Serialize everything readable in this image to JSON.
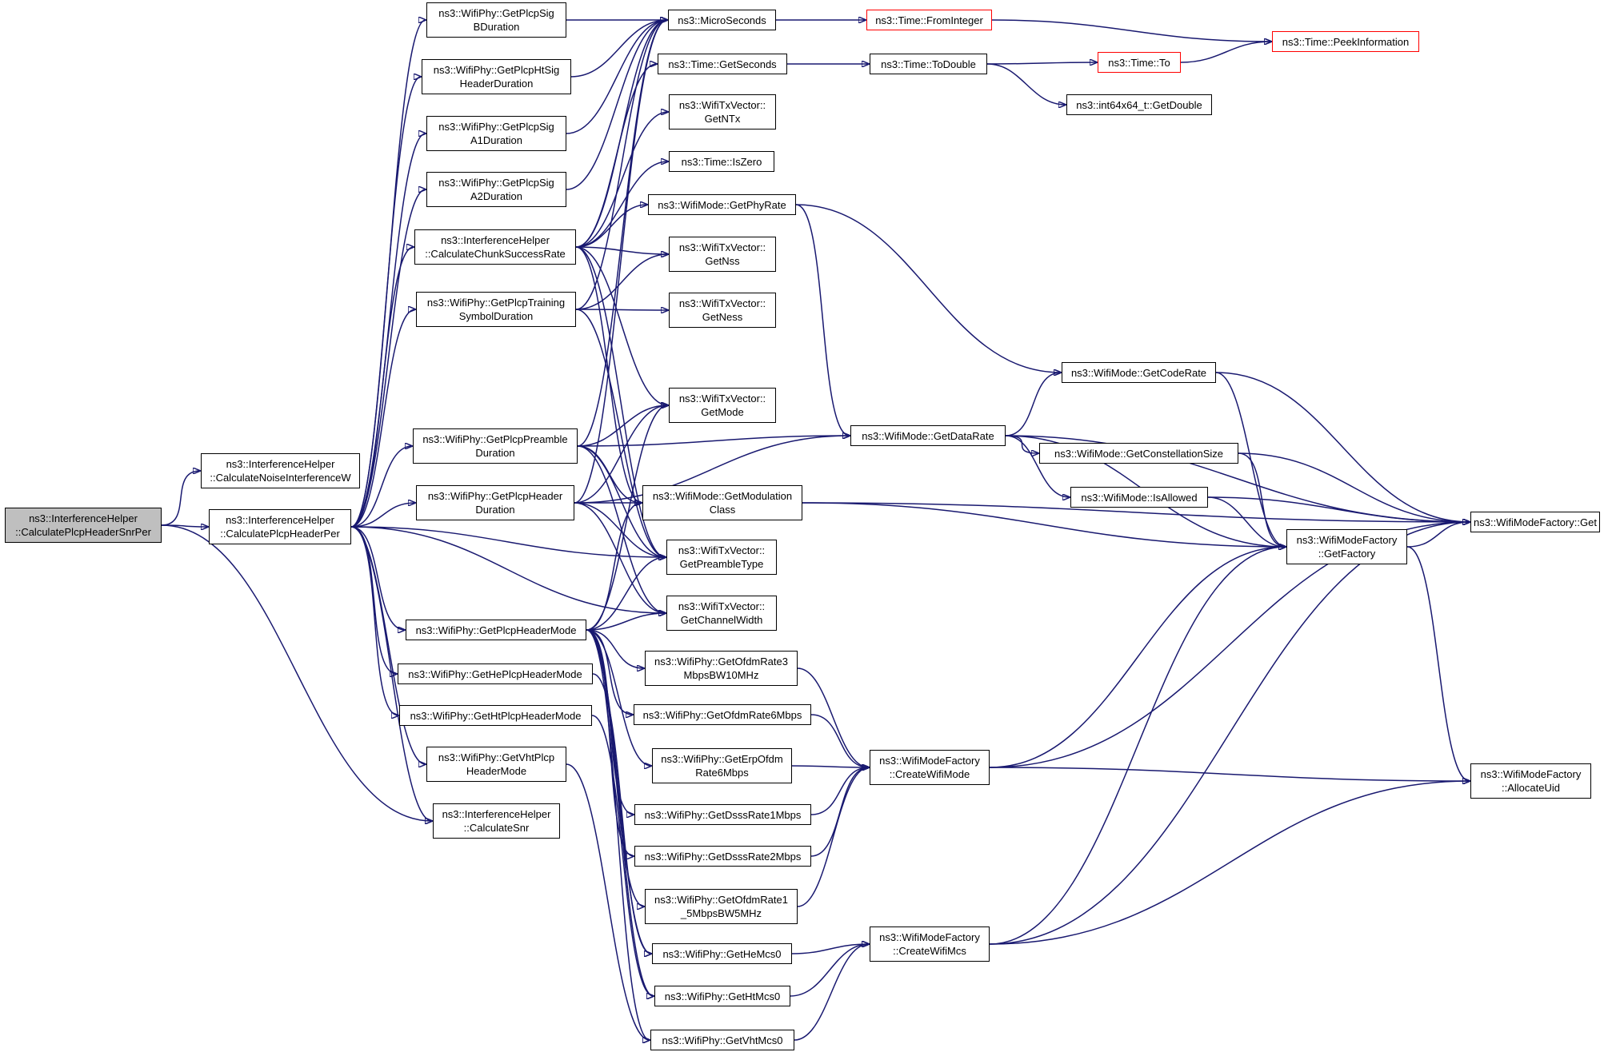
{
  "colors": {
    "edge": "#191970",
    "node_border": "#000000",
    "node_border_truncated": "#ff0000",
    "root_fill": "#bfbfbf",
    "background": "#ffffff"
  },
  "nodes": {
    "root": [
      "ns3::InterferenceHelper",
      "::CalculatePlcpHeaderSnrPer"
    ],
    "calc_noise": [
      "ns3::InterferenceHelper",
      "::CalculateNoiseInterferenceW"
    ],
    "calc_header_per": [
      "ns3::InterferenceHelper",
      "::CalculatePlcpHeaderPer"
    ],
    "sig_b": [
      "ns3::WifiPhy::GetPlcpSig",
      "BDuration"
    ],
    "ht_sig": [
      "ns3::WifiPhy::GetPlcpHtSig",
      "HeaderDuration"
    ],
    "sig_a1": [
      "ns3::WifiPhy::GetPlcpSig",
      "A1Duration"
    ],
    "sig_a2": [
      "ns3::WifiPhy::GetPlcpSig",
      "A2Duration"
    ],
    "chunk": [
      "ns3::InterferenceHelper",
      "::CalculateChunkSuccessRate"
    ],
    "training": [
      "ns3::WifiPhy::GetPlcpTraining",
      "SymbolDuration"
    ],
    "preamble": [
      "ns3::WifiPhy::GetPlcpPreamble",
      "Duration"
    ],
    "header_dur": [
      "ns3::WifiPhy::GetPlcpHeader",
      "Duration"
    ],
    "header_mode": [
      "ns3::WifiPhy::GetPlcpHeaderMode"
    ],
    "he_header_mode": [
      "ns3::WifiPhy::GetHePlcpHeaderMode"
    ],
    "ht_header_mode": [
      "ns3::WifiPhy::GetHtPlcpHeaderMode"
    ],
    "vht_header_mode": [
      "ns3::WifiPhy::GetVhtPlcp",
      "HeaderMode"
    ],
    "calc_snr": [
      "ns3::InterferenceHelper",
      "::CalculateSnr"
    ],
    "microseconds": [
      "ns3::MicroSeconds"
    ],
    "get_seconds": [
      "ns3::Time::GetSeconds"
    ],
    "get_ntx": [
      "ns3::WifiTxVector::",
      "GetNTx"
    ],
    "is_zero": [
      "ns3::Time::IsZero"
    ],
    "phy_rate": [
      "ns3::WifiMode::GetPhyRate"
    ],
    "get_nss": [
      "ns3::WifiTxVector::",
      "GetNss"
    ],
    "get_ness": [
      "ns3::WifiTxVector::",
      "GetNess"
    ],
    "get_mode": [
      "ns3::WifiTxVector::",
      "GetMode"
    ],
    "mod_class": [
      "ns3::WifiMode::GetModulation",
      "Class"
    ],
    "preamble_type": [
      "ns3::WifiTxVector::",
      "GetPreambleType"
    ],
    "channel_width": [
      "ns3::WifiTxVector::",
      "GetChannelWidth"
    ],
    "ofdm3": [
      "ns3::WifiPhy::GetOfdmRate3",
      "MbpsBW10MHz"
    ],
    "ofdm6": [
      "ns3::WifiPhy::GetOfdmRate6Mbps"
    ],
    "erp6": [
      "ns3::WifiPhy::GetErpOfdm",
      "Rate6Mbps"
    ],
    "dsss1": [
      "ns3::WifiPhy::GetDsssRate1Mbps"
    ],
    "dsss2": [
      "ns3::WifiPhy::GetDsssRate2Mbps"
    ],
    "ofdm1_5": [
      "ns3::WifiPhy::GetOfdmRate1",
      "_5MbpsBW5MHz"
    ],
    "he_mcs0": [
      "ns3::WifiPhy::GetHeMcs0"
    ],
    "ht_mcs0": [
      "ns3::WifiPhy::GetHtMcs0"
    ],
    "vht_mcs0": [
      "ns3::WifiPhy::GetVhtMcs0"
    ],
    "from_integer": [
      "ns3::Time::FromInteger"
    ],
    "to_double": [
      "ns3::Time::ToDouble"
    ],
    "time_to": [
      "ns3::Time::To"
    ],
    "int64_double": [
      "ns3::int64x64_t::GetDouble"
    ],
    "peek_info": [
      "ns3::Time::PeekInformation"
    ],
    "code_rate": [
      "ns3::WifiMode::GetCodeRate"
    ],
    "data_rate": [
      "ns3::WifiMode::GetDataRate"
    ],
    "constellation": [
      "ns3::WifiMode::GetConstellationSize"
    ],
    "is_allowed": [
      "ns3::WifiMode::IsAllowed"
    ],
    "get_factory": [
      "ns3::WifiModeFactory",
      "::GetFactory"
    ],
    "create_mode": [
      "ns3::WifiModeFactory",
      "::CreateWifiMode"
    ],
    "create_mcs": [
      "ns3::WifiModeFactory",
      "::CreateWifiMcs"
    ],
    "factory_get": [
      "ns3::WifiModeFactory::Get"
    ],
    "allocate_uid": [
      "ns3::WifiModeFactory",
      "::AllocateUid"
    ]
  },
  "edges": [
    [
      "root",
      "calc_noise"
    ],
    [
      "root",
      "calc_header_per"
    ],
    [
      "root",
      "calc_snr"
    ],
    [
      "calc_header_per",
      "sig_b"
    ],
    [
      "calc_header_per",
      "ht_sig"
    ],
    [
      "calc_header_per",
      "sig_a1"
    ],
    [
      "calc_header_per",
      "sig_a2"
    ],
    [
      "calc_header_per",
      "chunk"
    ],
    [
      "calc_header_per",
      "training"
    ],
    [
      "calc_header_per",
      "preamble"
    ],
    [
      "calc_header_per",
      "header_dur"
    ],
    [
      "calc_header_per",
      "preamble_type"
    ],
    [
      "calc_header_per",
      "channel_width"
    ],
    [
      "calc_header_per",
      "header_mode"
    ],
    [
      "calc_header_per",
      "he_header_mode"
    ],
    [
      "calc_header_per",
      "ht_header_mode"
    ],
    [
      "calc_header_per",
      "vht_header_mode"
    ],
    [
      "calc_header_per",
      "calc_snr"
    ],
    [
      "sig_b",
      "microseconds"
    ],
    [
      "ht_sig",
      "microseconds"
    ],
    [
      "sig_a1",
      "microseconds"
    ],
    [
      "sig_a2",
      "microseconds"
    ],
    [
      "chunk",
      "microseconds"
    ],
    [
      "chunk",
      "get_seconds"
    ],
    [
      "chunk",
      "get_ntx"
    ],
    [
      "chunk",
      "is_zero"
    ],
    [
      "chunk",
      "phy_rate"
    ],
    [
      "chunk",
      "get_nss"
    ],
    [
      "chunk",
      "get_mode"
    ],
    [
      "chunk",
      "mod_class"
    ],
    [
      "chunk",
      "preamble_type"
    ],
    [
      "training",
      "microseconds"
    ],
    [
      "training",
      "get_nss"
    ],
    [
      "training",
      "get_ness"
    ],
    [
      "training",
      "preamble_type"
    ],
    [
      "preamble",
      "microseconds"
    ],
    [
      "preamble",
      "get_mode"
    ],
    [
      "preamble",
      "data_rate"
    ],
    [
      "preamble",
      "mod_class"
    ],
    [
      "preamble",
      "preamble_type"
    ],
    [
      "preamble",
      "channel_width"
    ],
    [
      "header_dur",
      "microseconds"
    ],
    [
      "header_dur",
      "get_mode"
    ],
    [
      "header_dur",
      "data_rate"
    ],
    [
      "header_dur",
      "mod_class"
    ],
    [
      "header_dur",
      "preamble_type"
    ],
    [
      "header_dur",
      "channel_width"
    ],
    [
      "header_mode",
      "get_mode"
    ],
    [
      "header_mode",
      "mod_class"
    ],
    [
      "header_mode",
      "preamble_type"
    ],
    [
      "header_mode",
      "channel_width"
    ],
    [
      "header_mode",
      "ofdm3"
    ],
    [
      "header_mode",
      "ofdm6"
    ],
    [
      "header_mode",
      "erp6"
    ],
    [
      "header_mode",
      "dsss1"
    ],
    [
      "header_mode",
      "dsss2"
    ],
    [
      "header_mode",
      "ofdm1_5"
    ],
    [
      "header_mode",
      "he_mcs0"
    ],
    [
      "header_mode",
      "ht_mcs0"
    ],
    [
      "header_mode",
      "vht_mcs0"
    ],
    [
      "he_header_mode",
      "he_mcs0"
    ],
    [
      "ht_header_mode",
      "ht_mcs0"
    ],
    [
      "vht_header_mode",
      "vht_mcs0"
    ],
    [
      "microseconds",
      "from_integer"
    ],
    [
      "from_integer",
      "peek_info"
    ],
    [
      "get_seconds",
      "to_double"
    ],
    [
      "to_double",
      "time_to"
    ],
    [
      "to_double",
      "int64_double"
    ],
    [
      "time_to",
      "peek_info"
    ],
    [
      "phy_rate",
      "code_rate"
    ],
    [
      "phy_rate",
      "data_rate"
    ],
    [
      "data_rate",
      "code_rate"
    ],
    [
      "data_rate",
      "constellation"
    ],
    [
      "data_rate",
      "is_allowed"
    ],
    [
      "data_rate",
      "get_factory"
    ],
    [
      "data_rate",
      "factory_get"
    ],
    [
      "mod_class",
      "get_factory"
    ],
    [
      "mod_class",
      "factory_get"
    ],
    [
      "code_rate",
      "get_factory"
    ],
    [
      "code_rate",
      "factory_get"
    ],
    [
      "constellation",
      "get_factory"
    ],
    [
      "constellation",
      "factory_get"
    ],
    [
      "is_allowed",
      "get_factory"
    ],
    [
      "is_allowed",
      "factory_get"
    ],
    [
      "get_factory",
      "factory_get"
    ],
    [
      "get_factory",
      "allocate_uid"
    ],
    [
      "ofdm3",
      "create_mode"
    ],
    [
      "ofdm6",
      "create_mode"
    ],
    [
      "erp6",
      "create_mode"
    ],
    [
      "dsss1",
      "create_mode"
    ],
    [
      "dsss2",
      "create_mode"
    ],
    [
      "ofdm1_5",
      "create_mode"
    ],
    [
      "create_mode",
      "get_factory"
    ],
    [
      "create_mode",
      "factory_get"
    ],
    [
      "create_mode",
      "allocate_uid"
    ],
    [
      "he_mcs0",
      "create_mcs"
    ],
    [
      "ht_mcs0",
      "create_mcs"
    ],
    [
      "vht_mcs0",
      "create_mcs"
    ],
    [
      "create_mcs",
      "get_factory"
    ],
    [
      "create_mcs",
      "factory_get"
    ],
    [
      "create_mcs",
      "allocate_uid"
    ]
  ]
}
